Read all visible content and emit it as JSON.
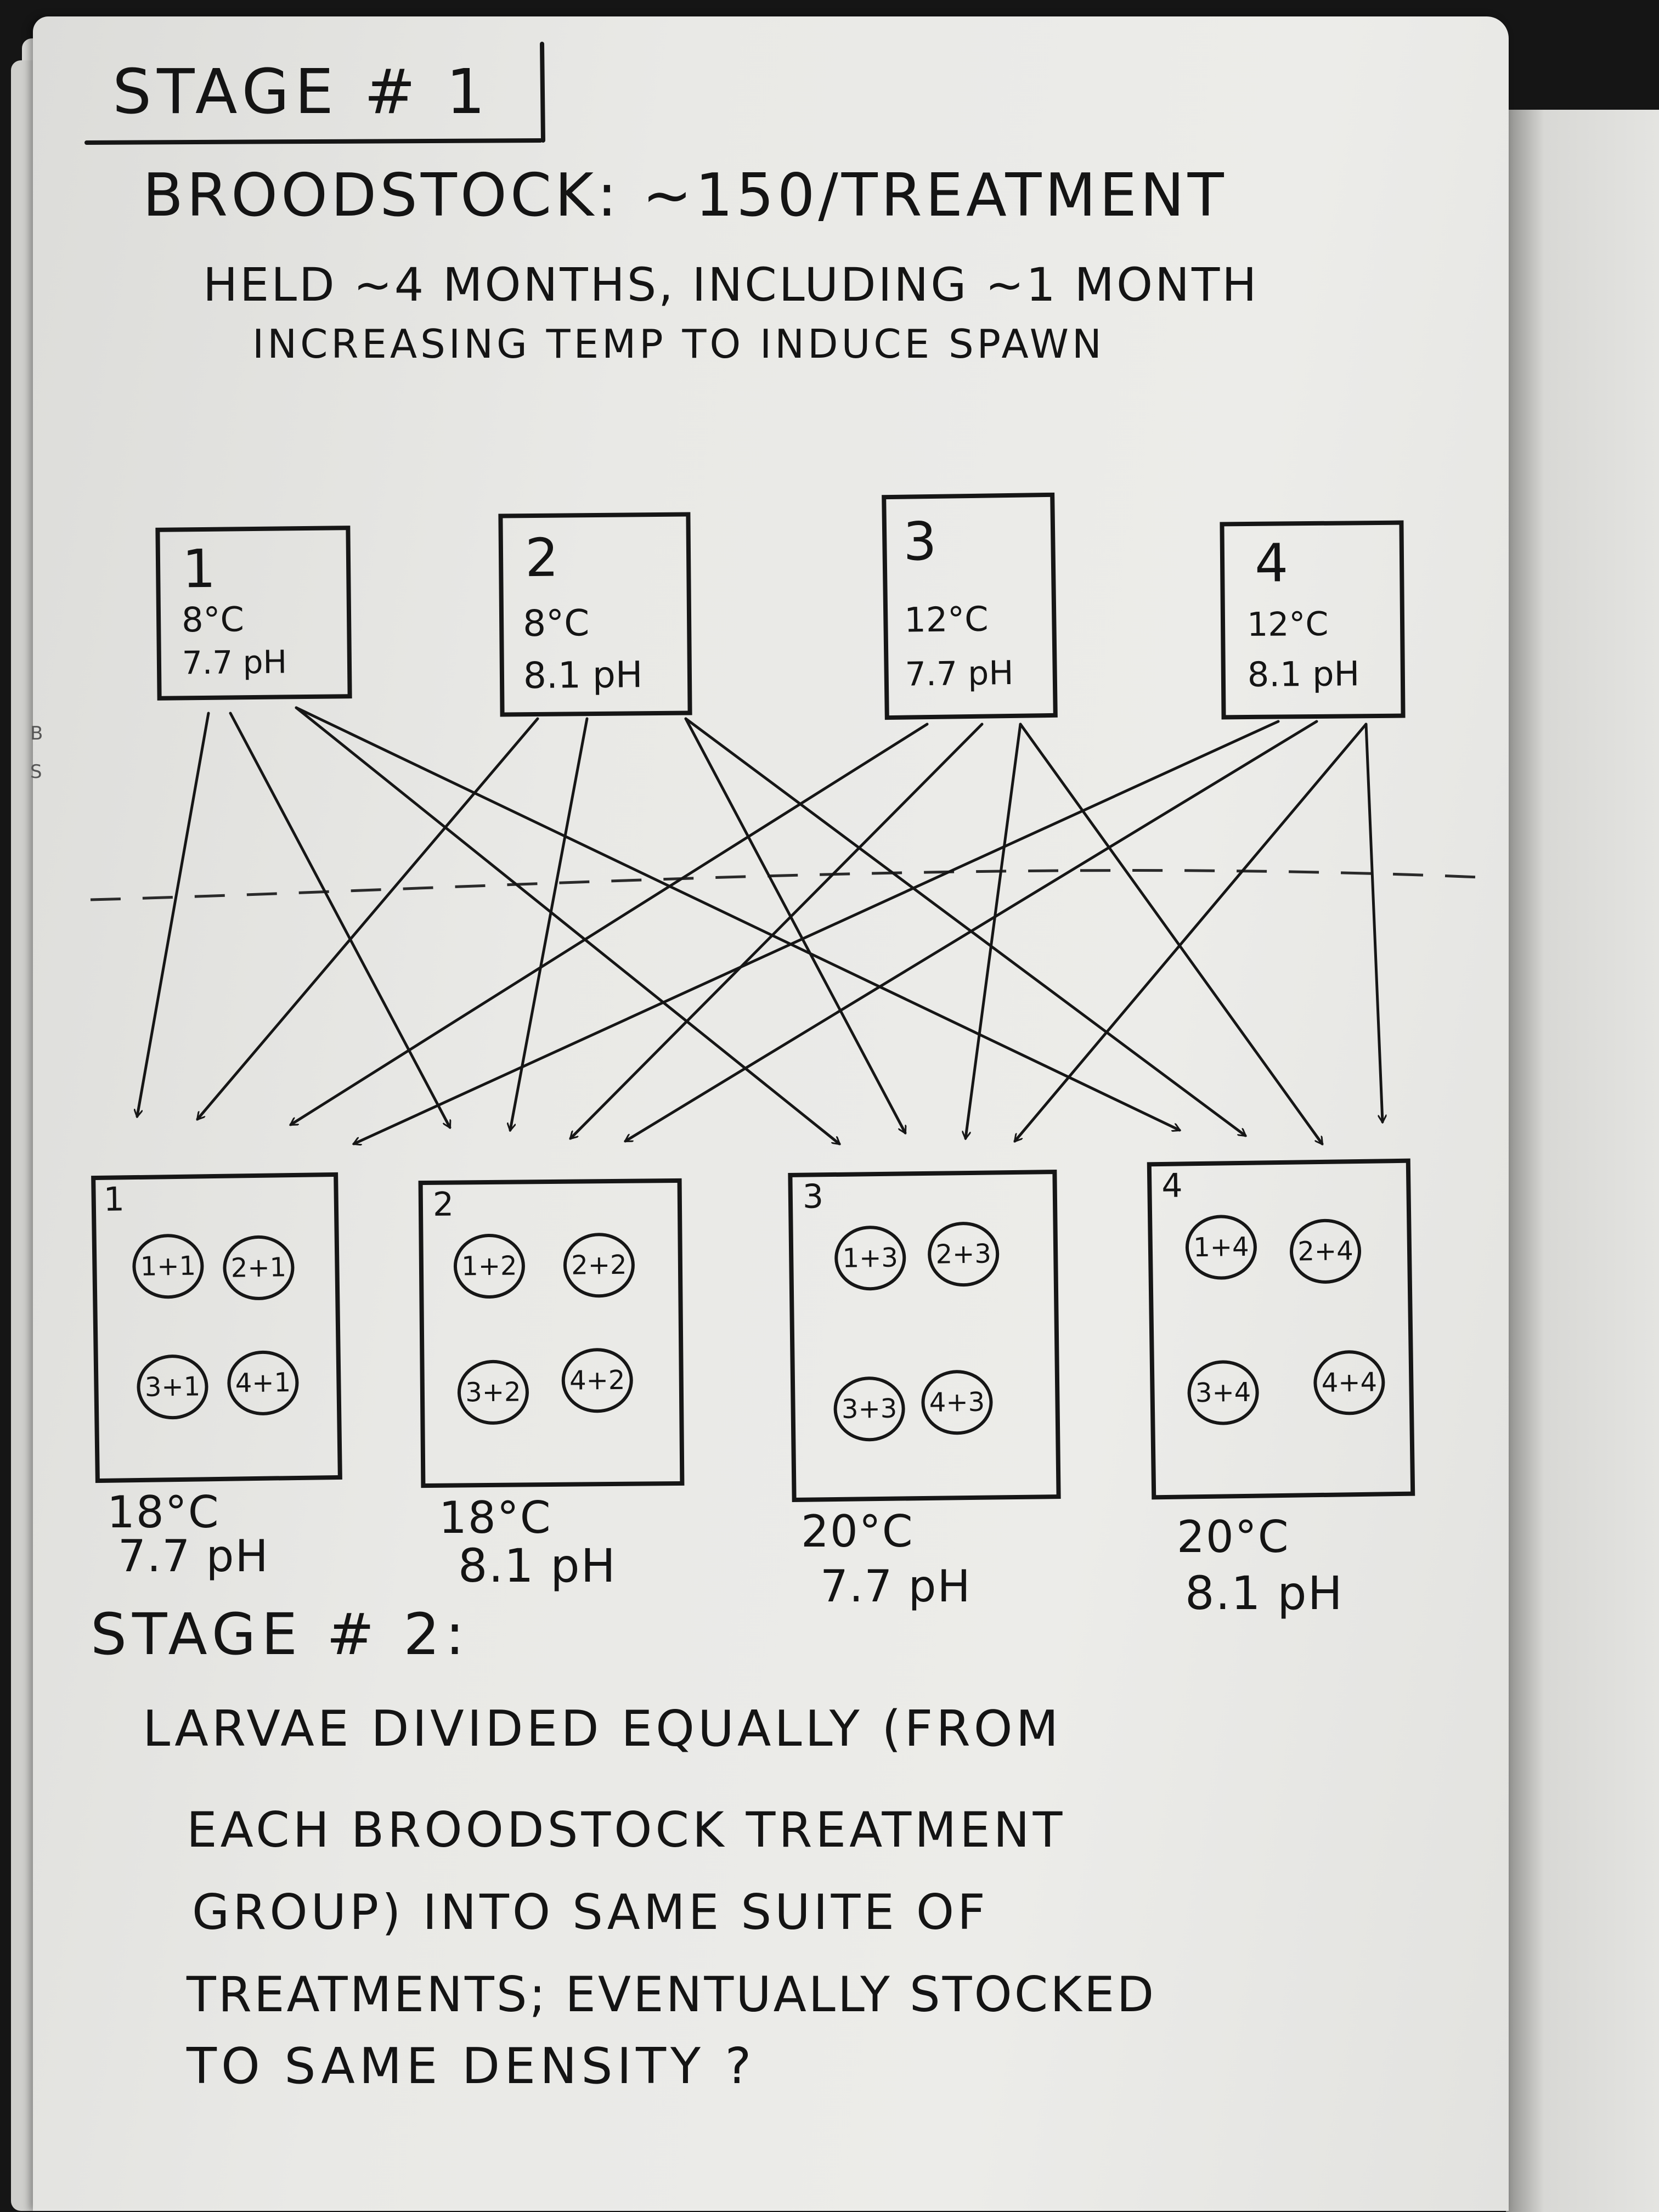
{
  "stage1": {
    "title": "STAGE # 1",
    "broodstock_line": "BROODSTOCK: ~150/TREATMENT",
    "held_line_1": "HELD ~4 MONTHS, INCLUDING ~1 MONTH",
    "held_line_2": "INCREASING TEMP TO INDUCE SPAWN"
  },
  "broodstock": [
    {
      "id": "1",
      "temp": "8°C",
      "ph": "7.7 pH"
    },
    {
      "id": "2",
      "temp": "8°C",
      "ph": "8.1 pH"
    },
    {
      "id": "3",
      "temp": "12°C",
      "ph": "7.7 pH"
    },
    {
      "id": "4",
      "temp": "12°C",
      "ph": "8.1 pH"
    }
  ],
  "larval_tanks": [
    {
      "id": "1",
      "temp": "18°C",
      "ph": "7.7 pH",
      "groups": [
        "1+1",
        "2+1",
        "3+1",
        "4+1"
      ]
    },
    {
      "id": "2",
      "temp": "18°C",
      "ph": "8.1 pH",
      "groups": [
        "1+2",
        "2+2",
        "3+2",
        "4+2"
      ]
    },
    {
      "id": "3",
      "temp": "20°C",
      "ph": "7.7 pH",
      "groups": [
        "1+3",
        "2+3",
        "3+3",
        "4+3"
      ]
    },
    {
      "id": "4",
      "temp": "20°C",
      "ph": "8.1 pH",
      "groups": [
        "1+4",
        "2+4",
        "3+4",
        "4+4"
      ]
    }
  ],
  "stage2": {
    "title": "STAGE # 2:",
    "lines": [
      "LARVAE DIVIDED EQUALLY (FROM",
      "EACH BROODSTOCK TREATMENT",
      "GROUP) INTO SAME SUITE OF",
      "TREATMENTS; EVENTUALLY STOCKED",
      "TO SAME DENSITY ?"
    ]
  },
  "margin_marks": [
    "B",
    "S"
  ]
}
